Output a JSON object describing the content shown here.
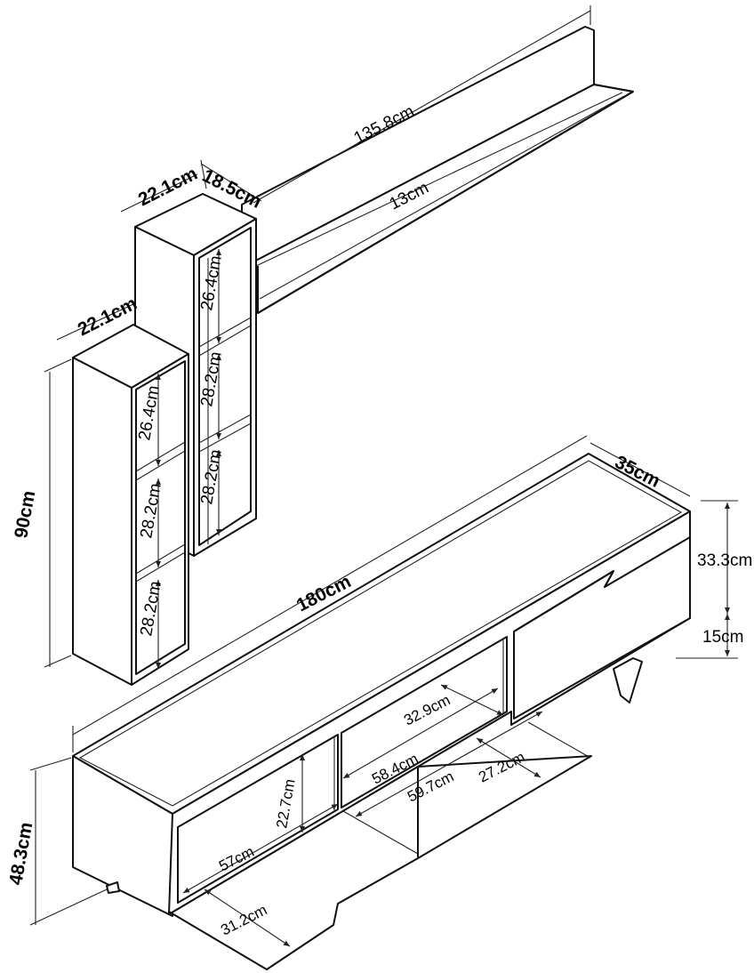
{
  "labels": {
    "shelf_length": "135.8cm",
    "shelf_depth": "13cm",
    "tall_unit_width": "22.1cm",
    "tall_unit_depth": "18.5cm",
    "short_unit_width": "22.1cm",
    "tall_shelf_top": "26.4cm",
    "tall_shelf_mid": "28.2cm",
    "tall_shelf_bottom": "28.2cm",
    "short_unit_height": "90cm",
    "short_shelf_top": "26.4cm",
    "short_shelf_mid": "28.2cm",
    "short_shelf_bottom": "28.2cm",
    "tv_length": "180cm",
    "tv_depth": "35cm",
    "tv_body_height": "33.3cm",
    "leg_height": "15cm",
    "tv_total_height": "48.3cm",
    "inner_depth": "32.9cm",
    "compartment_width": "58.4cm",
    "door_width": "59.7cm",
    "door_height": "27.2cm",
    "compartment_height": "22.7cm",
    "left_compartment_width": "57cm",
    "left_door_height": "31.2cm"
  }
}
